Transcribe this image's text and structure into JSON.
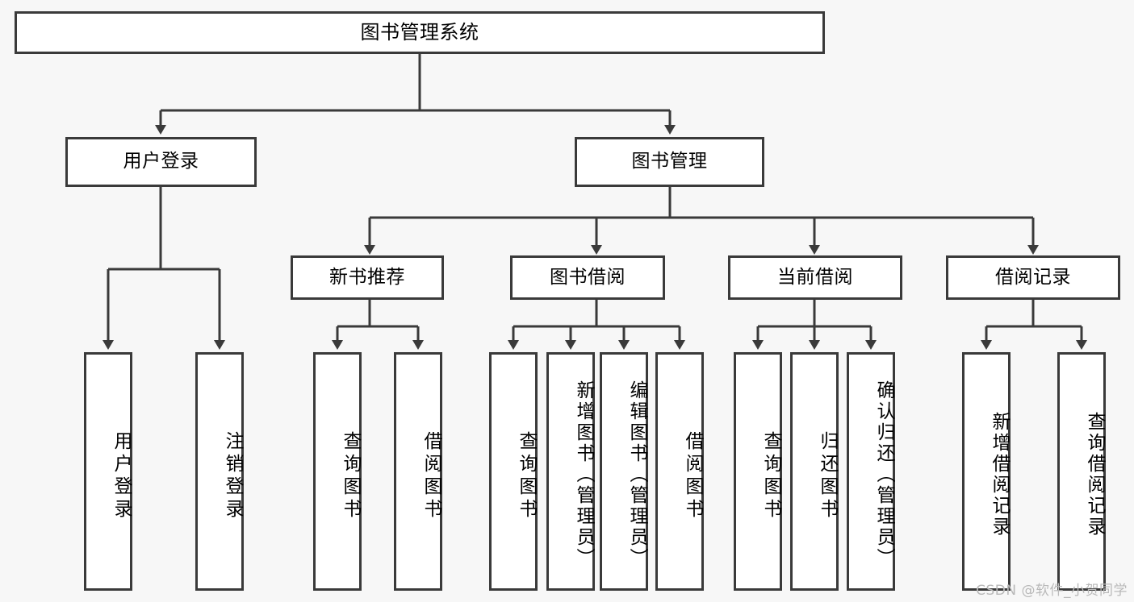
{
  "diagram": {
    "title": "图书管理系统",
    "type": "hierarchy-tree",
    "background_color": "#f7f7f7",
    "border_color": "#3a3a3a",
    "text_color": "#000000",
    "root": {
      "label": "图书管理系统"
    },
    "level1": [
      {
        "label": "用户登录"
      },
      {
        "label": "图书管理"
      }
    ],
    "level2": [
      {
        "label": "新书推荐"
      },
      {
        "label": "图书借阅"
      },
      {
        "label": "当前借阅"
      },
      {
        "label": "借阅记录"
      }
    ],
    "leaves": {
      "user_login": [
        {
          "label": "用户登录"
        },
        {
          "label": "注销登录"
        }
      ],
      "new_book_recommend": [
        {
          "label": "查询图书"
        },
        {
          "label": "借阅图书"
        }
      ],
      "book_borrow": [
        {
          "label": "查询图书"
        },
        {
          "label": "新增图书（管理员）"
        },
        {
          "label": "编辑图书（管理员）"
        },
        {
          "label": "借阅图书"
        }
      ],
      "current_borrow": [
        {
          "label": "查询图书"
        },
        {
          "label": "归还图书"
        },
        {
          "label": "确认归还（管理员）"
        }
      ],
      "borrow_record": [
        {
          "label": "新增借阅记录"
        },
        {
          "label": "查询借阅记录"
        }
      ]
    }
  },
  "watermark": {
    "text": "CSDN @软件_小贺同学"
  }
}
